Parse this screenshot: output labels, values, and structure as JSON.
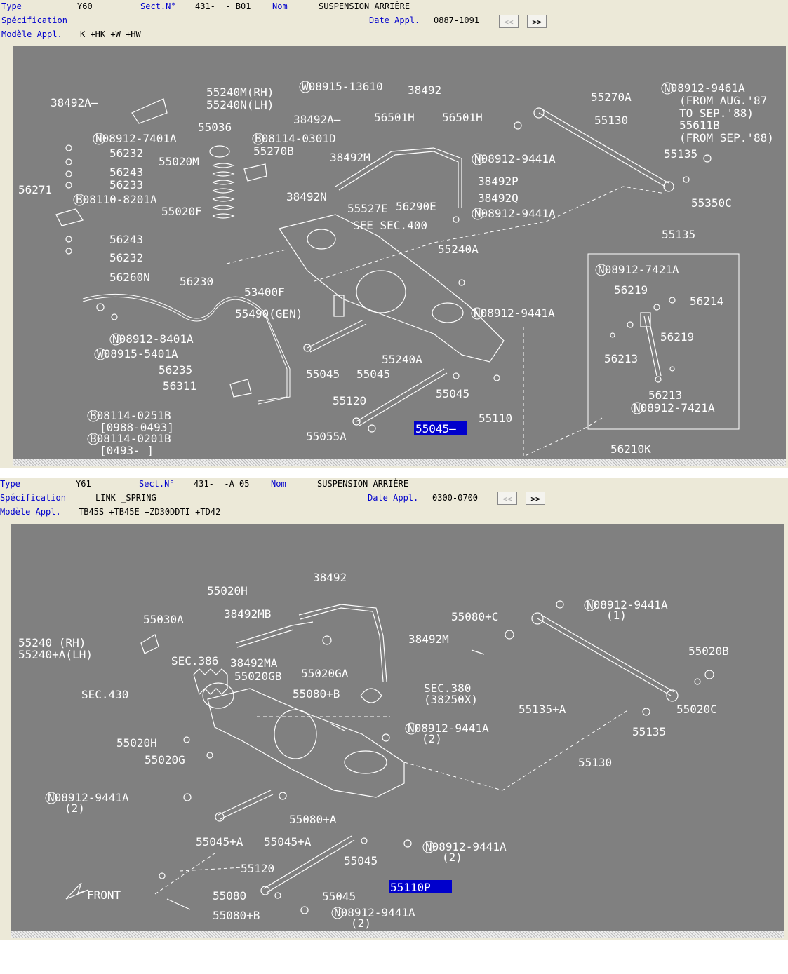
{
  "panels": [
    {
      "header": {
        "type_label": "Type",
        "type_value": "Y60",
        "sect_label": "Sect.N°",
        "sect_value": "431-  - B01",
        "nom_label": "Nom",
        "nom_value": "SUSPENSION ARRIÈRE",
        "spec_label": "Spécification",
        "spec_value": "",
        "date_label": "Date Appl.",
        "date_value": "0887-1091",
        "model_label": "Modèle Appl.",
        "model_value": "K +HK +W +HW",
        "prev_label": "<<",
        "next_label": ">>"
      },
      "highlight": "55045—",
      "labels": [
        "38492A—",
        "55240M(RH)",
        "55240N(LH)",
        "55036",
        "W08915-13610",
        "38492",
        "38492A—",
        "56501H",
        "56501H",
        "55270A",
        "N08912-9461A",
        "(FROM AUG.'87",
        "TO SEP.'88)",
        "55611B",
        "(FROM SEP.'88)",
        "55130",
        "N08912-7401A",
        "56232",
        "56243",
        "56233",
        "56271",
        "B08110-8201A",
        "B08114-0301D",
        "55270B",
        "55020M",
        "55020F",
        "38492M",
        "38492N",
        "55527E",
        "56290E",
        "N08912-9441A",
        "38492P",
        "38492Q",
        "55135",
        "55350C",
        "N08912-9441A",
        "55135",
        "SEE SEC.400",
        "55240A",
        "56243",
        "56232",
        "56260N",
        "56230",
        "53400F",
        "55490(GEN)",
        "N08912-8401A",
        "W08915-5401A",
        "56235",
        "56311",
        "B08114-0251B",
        "[0988-0493]",
        "B08114-0201B",
        "[0493-    ]",
        "55045",
        "55045",
        "55240A",
        "N08912-9441A",
        "55120",
        "55045",
        "55055A",
        "55110",
        "N08912-7421A",
        "56219",
        "56214",
        "56219",
        "56213",
        "56213",
        "N08912-7421A",
        "56210K"
      ]
    },
    {
      "header": {
        "type_label": "Type",
        "type_value": "Y61",
        "sect_label": "Sect.N°",
        "sect_value": "431-  -A 05",
        "nom_label": "Nom",
        "nom_value": "SUSPENSION ARRIÈRE",
        "spec_label": "Spécification",
        "spec_value": "LINK _SPRING",
        "date_label": "Date Appl.",
        "date_value": "0300-0700",
        "model_label": "Modèle Appl.",
        "model_value": "TB45S +TB45E +ZD30DDTI +TD42",
        "prev_label": "<<",
        "next_label": ">>"
      },
      "highlight": "55110P",
      "labels": [
        "38492",
        "55020H",
        "N08912-9441A",
        "(1)",
        "55030A",
        "38492MB",
        "55080+C",
        "55240  (RH)",
        "55240+A(LH)",
        "SEC.386",
        "38492MA",
        "38492M",
        "55020GB",
        "55020GA",
        "55020B",
        "SEC.430",
        "SEC.380",
        "(38250X)",
        "55080+B",
        "55135+A",
        "55020C",
        "N08912-9441A",
        "(2)",
        "55020H",
        "55020G",
        "55135",
        "55130",
        "N08912-9441A",
        "(2)",
        "55080+A",
        "55045+A",
        "55045+A",
        "N08912-9441A",
        "(2)",
        "55045",
        "55120",
        "FRONT",
        "55080",
        "55045",
        "55080+B",
        "N08912-9441A",
        "(2)"
      ]
    }
  ]
}
